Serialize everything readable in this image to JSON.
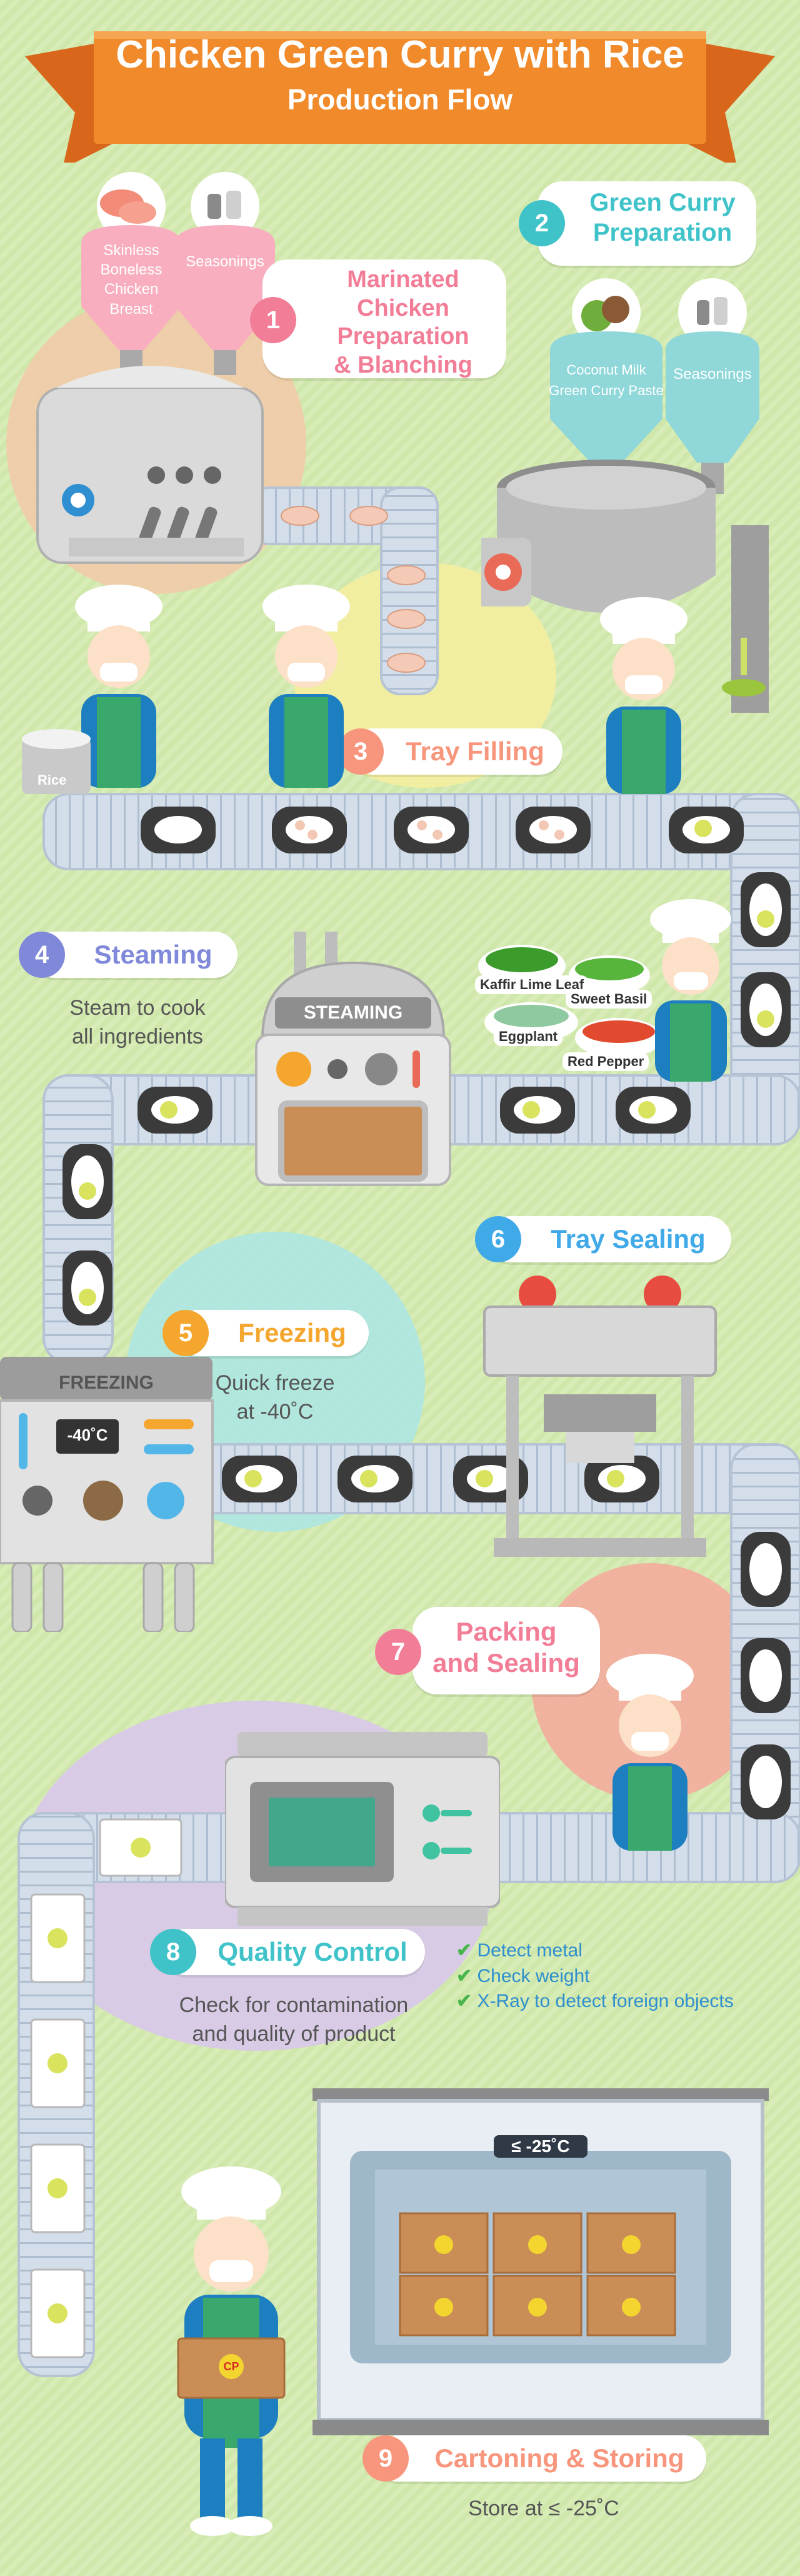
{
  "title": {
    "line1": "Chicken Green Curry with Rice",
    "line2": "Production Flow"
  },
  "steps": [
    {
      "num": "1",
      "title_line1": "Marinated Chicken",
      "title_line2": "Preparation",
      "title_line3": "& Blanching",
      "color": "#f27d97"
    },
    {
      "num": "2",
      "title_line1": "Green Curry",
      "title_line2": "Preparation",
      "color": "#3fc3c9"
    },
    {
      "num": "3",
      "title_line1": "Tray Filling",
      "color": "#f7967c"
    },
    {
      "num": "4",
      "title_line1": "Steaming",
      "desc_line1": "Steam to cook",
      "desc_line2": "all ingredients",
      "color": "#7f88d9"
    },
    {
      "num": "5",
      "title_line1": "Freezing",
      "desc_line1": "Quick freeze",
      "desc_line2": "at -40˚C",
      "color": "#f4a62e"
    },
    {
      "num": "6",
      "title_line1": "Tray Sealing",
      "color": "#40a9e8"
    },
    {
      "num": "7",
      "title_line1": "Packing",
      "title_line2": "and Sealing",
      "color": "#f27d97"
    },
    {
      "num": "8",
      "title_line1": "Quality Control",
      "desc_line1": "Check for contamination",
      "desc_line2": "and quality of product",
      "color": "#3fc3c9"
    },
    {
      "num": "9",
      "title_line1": "Cartoning & Storing",
      "desc_line1": "Store at ≤ -25˚C",
      "color": "#f7967c"
    }
  ],
  "hoppers": {
    "chicken_line1": "Skinless",
    "chicken_line2": "Boneless",
    "chicken_line3": "Chicken",
    "chicken_line4": "Breast",
    "seasonings_1": "Seasonings",
    "coconut_line1": "Coconut Milk",
    "coconut_line2": "Green Curry Paste",
    "seasonings_2": "Seasonings"
  },
  "rice_label": "Rice",
  "machines": {
    "steaming_label": "STEAMING",
    "freezing_label": "FREEZING",
    "freezing_temp": "-40˚C",
    "storage_temp": "≤ -25˚C",
    "carton_logo": "CP"
  },
  "vegetables": {
    "kaffir": "Kaffir Lime Leaf",
    "basil": "Sweet Basil",
    "eggplant": "Eggplant",
    "pepper": "Red Pepper"
  },
  "qc_checks": [
    "Detect metal",
    "Check weight",
    "X-Ray to detect foreign objects"
  ],
  "colors": {
    "background": "#d4eab1",
    "banner": "#f08a2a",
    "conveyor": "#c9d7e6",
    "machine": "#e0e0e0",
    "apron": "#3aa86c"
  }
}
